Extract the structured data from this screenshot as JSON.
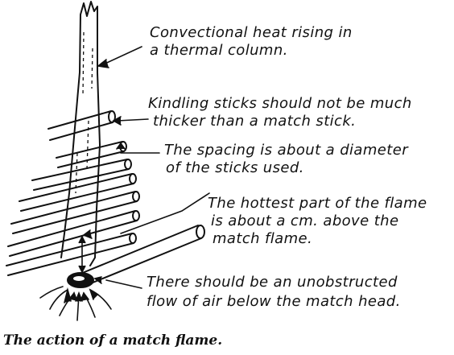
{
  "annotations": {
    "convection": [
      "Convectional heat rising in",
      "a thermal column."
    ],
    "kindling": [
      "Kindling sticks should not be much",
      "thicker than a match stick."
    ],
    "spacing": [
      "The spacing is about a diameter",
      "of the sticks used."
    ],
    "hottest": [
      "The hottest part of the flame",
      "is about a cm. above the",
      "match flame."
    ],
    "airflow": [
      "There should be an unobstructed",
      "flow of air below the match head."
    ]
  },
  "caption": "The action of a match flame."
}
